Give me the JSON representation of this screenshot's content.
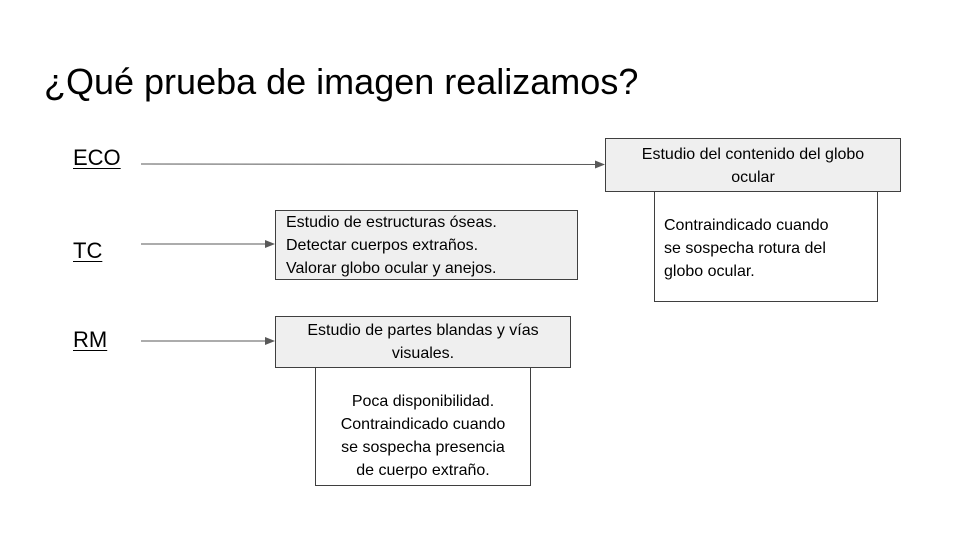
{
  "title": "¿Qué prueba de imagen realizamos?",
  "rows": {
    "eco": {
      "label": "ECO",
      "box": [
        "Estudio del contenido del globo",
        "ocular"
      ],
      "note": [
        "Contraindicado cuando",
        "se sospecha rotura del",
        "globo ocular."
      ]
    },
    "tc": {
      "label": "TC",
      "box": [
        "Estudio de estructuras óseas.",
        "Detectar cuerpos extraños.",
        "Valorar globo ocular y anejos."
      ]
    },
    "rm": {
      "label": "RM",
      "box": [
        "Estudio de partes blandas y vías",
        "visuales."
      ],
      "note": [
        "Poca disponibilidad.",
        "Contraindicado cuando",
        "se sospecha presencia",
        "de cuerpo extraño."
      ]
    }
  },
  "colors": {
    "box_fill": "#efefef",
    "border": "#3f3f3f",
    "arrow": "#595959"
  }
}
